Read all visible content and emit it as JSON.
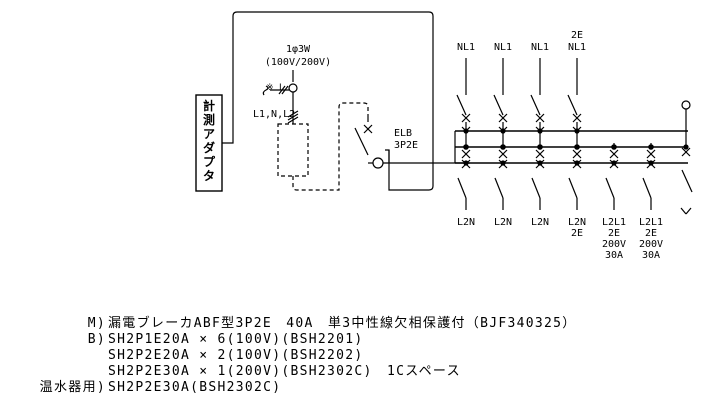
{
  "adapter": {
    "label": "計測アダプタ"
  },
  "supply": {
    "phase": "1φ3W",
    "voltage": "(100V/200V)",
    "note_mark": "※",
    "note_sub": "I",
    "lines": "L1,N,L2"
  },
  "main_breaker": {
    "name": "ELB",
    "type": "3P2E"
  },
  "branches": [
    {
      "top": [
        "NL1"
      ],
      "bottom": [
        "L2N"
      ]
    },
    {
      "top": [
        "NL1"
      ],
      "bottom": [
        "L2N"
      ]
    },
    {
      "top": [
        "NL1"
      ],
      "bottom": [
        "L2N"
      ]
    },
    {
      "top": [
        "2E",
        "NL1"
      ],
      "bottom": [
        "L2N",
        "2E"
      ]
    },
    {
      "top": [],
      "bottom": [
        "L2L1",
        "2E",
        "200V",
        "30A"
      ]
    },
    {
      "top": [],
      "bottom": [
        "L2L1",
        "2E",
        "200V",
        "30A"
      ]
    }
  ],
  "specs": [
    {
      "prefix": "M)",
      "text": "漏電ブレーカABF型3P2E　40A　単3中性線欠相保護付（BJF340325）"
    },
    {
      "prefix": "B)",
      "text": "SH2P1E20A × 6(100V)(BSH2201)"
    },
    {
      "prefix": "",
      "text": "SH2P2E20A × 2(100V)(BSH2202)"
    },
    {
      "prefix": "",
      "text": "SH2P2E30A × 1(200V)(BSH2302C)　1Cスペース"
    },
    {
      "prefix": "温水器用)",
      "text": "SH2P2E30A(BSH2302C)"
    }
  ]
}
